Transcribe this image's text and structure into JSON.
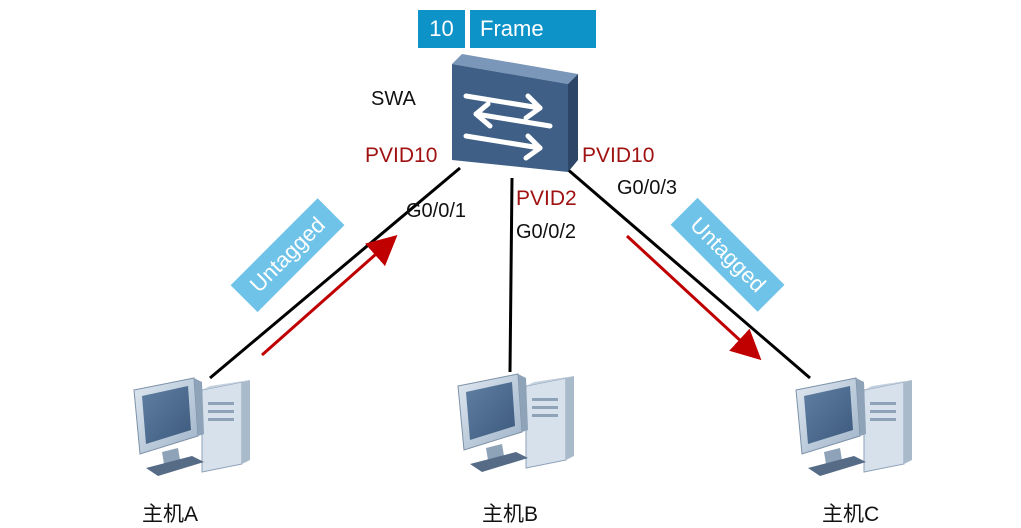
{
  "frame": {
    "vlan_id": "10",
    "label": "Frame"
  },
  "switch": {
    "name": "SWA"
  },
  "ports": {
    "p1": {
      "pvid": "PVID10",
      "name": "G0/0/1"
    },
    "p2": {
      "pvid": "PVID2",
      "name": "G0/0/2"
    },
    "p3": {
      "pvid": "PVID10",
      "name": "G0/0/3"
    }
  },
  "tags": {
    "left": "Untagged",
    "right": "Untagged"
  },
  "hosts": {
    "a": "主机A",
    "b": "主机B",
    "c": "主机C"
  },
  "colors": {
    "frame_bg": "#0e93c8",
    "tag_bg": "#6fc3e8",
    "pvid_text": "#a01212",
    "arrow": "#c00000",
    "switch_body": "#3f5f86"
  }
}
